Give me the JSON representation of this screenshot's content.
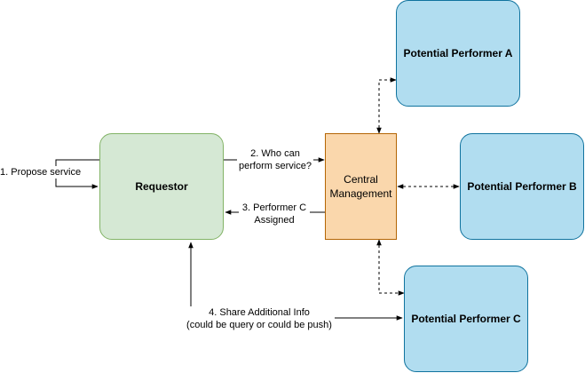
{
  "nodes": {
    "requestor": {
      "label": "Requestor",
      "fill": "#d5e8d4",
      "stroke": "#82b366"
    },
    "central": {
      "label_line1": "Central",
      "label_line2": "Management",
      "fill": "#fad7ac",
      "stroke": "#b46504"
    },
    "performer_a": {
      "label": "Potential Performer A",
      "fill": "#b1ddf0",
      "stroke": "#10739e"
    },
    "performer_b": {
      "label": "Potential Performer B",
      "fill": "#b1ddf0",
      "stroke": "#10739e"
    },
    "performer_c": {
      "label": "Potential Performer C",
      "fill": "#b1ddf0",
      "stroke": "#10739e"
    }
  },
  "edge_labels": {
    "propose": "1. Propose service",
    "who_can_line1": "2. Who can",
    "who_can_line2": "perform service?",
    "assigned_line1": "3. Performer C",
    "assigned_line2": "Assigned",
    "share_line1": "4. Share Additional Info",
    "share_line2": "(could be query or could be push)"
  }
}
